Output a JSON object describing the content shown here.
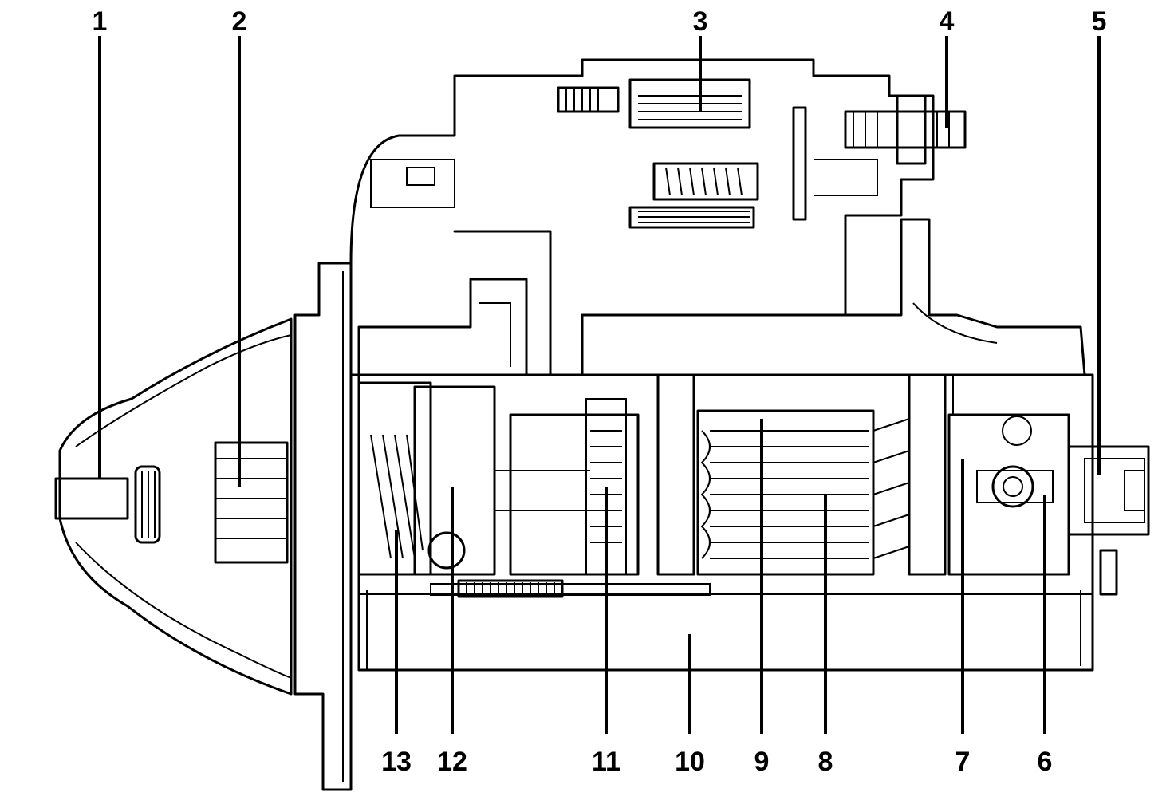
{
  "diagram": {
    "callouts": {
      "top": [
        "1",
        "2",
        "3",
        "4",
        "5"
      ],
      "bottom": [
        "13",
        "12",
        "11",
        "10",
        "9",
        "8",
        "7",
        "6"
      ]
    },
    "colors": {
      "line": "#000000",
      "background": "#ffffff"
    }
  }
}
